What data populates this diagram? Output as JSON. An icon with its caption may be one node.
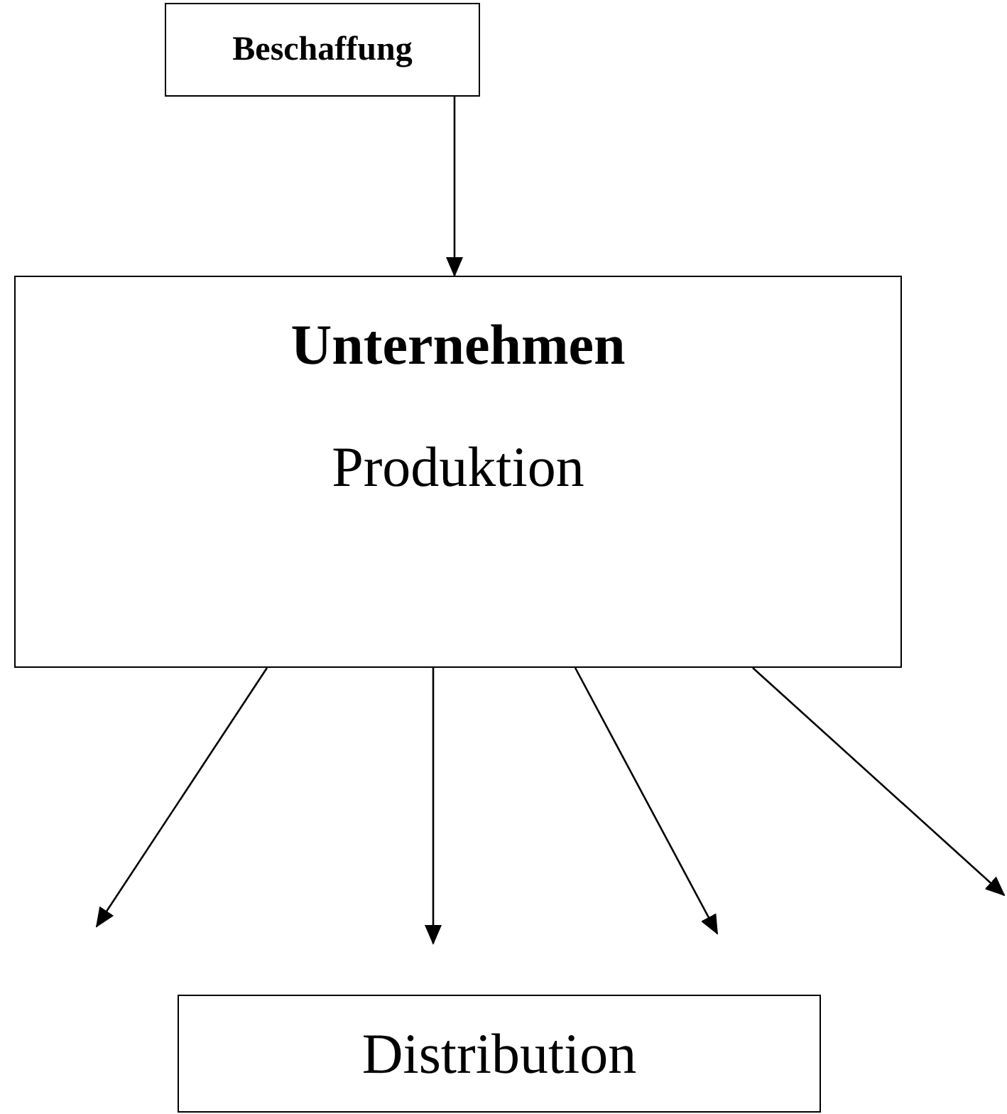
{
  "diagram": {
    "nodes": [
      {
        "text": [
          "Beschaffung"
        ]
      },
      {
        "text": [
          "Unternehmen",
          "Produktion"
        ]
      },
      {
        "text": [
          "Distribution"
        ]
      }
    ],
    "edges": [
      {
        "from": 0,
        "to": 1,
        "arrow": "to"
      },
      {
        "from": 1,
        "to": null,
        "arrow": "to"
      },
      {
        "from": 1,
        "to": null,
        "arrow": "to"
      },
      {
        "from": 1,
        "to": null,
        "arrow": "to"
      },
      {
        "from": 1,
        "to": null,
        "arrow": "to"
      }
    ]
  }
}
